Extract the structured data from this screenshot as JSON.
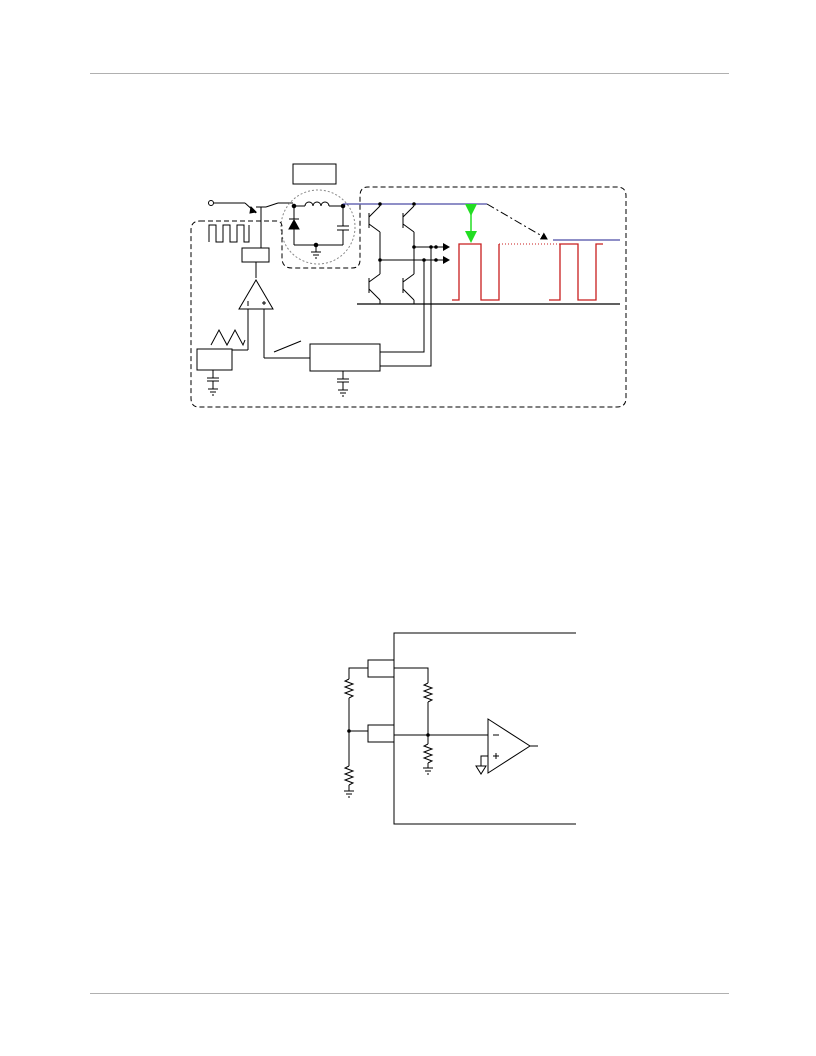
{
  "page": {
    "header_rule": true,
    "footer_rule": true
  },
  "diagrams": [
    {
      "id": "class-h-supply-block",
      "components": [
        "pnp-pass-transistor",
        "buck-inductor",
        "freewheel-diode",
        "output-capacitor",
        "pwm-driver-box",
        "comparator",
        "triangle-oscillator-box",
        "envelope-tracker-box",
        "output-stage-transistors"
      ],
      "waveforms": [
        "pwm-pulse-train",
        "triangle-wave",
        "output-square-wave"
      ],
      "colors": {
        "supply_rail": "#1f1f8f",
        "output_wave": "#c81e1e",
        "headroom_arrow": "#22dd22",
        "wire": "#000000"
      }
    },
    {
      "id": "amp-sense-circuit",
      "components": [
        "top-terminal-box",
        "bottom-terminal-box",
        "left-resistor-top",
        "left-resistor-bottom",
        "right-resistor-top",
        "right-resistor-bottom",
        "op-amp"
      ],
      "op_amp_inputs": [
        "−",
        "+"
      ],
      "colors": {
        "wire": "#000000"
      }
    }
  ]
}
